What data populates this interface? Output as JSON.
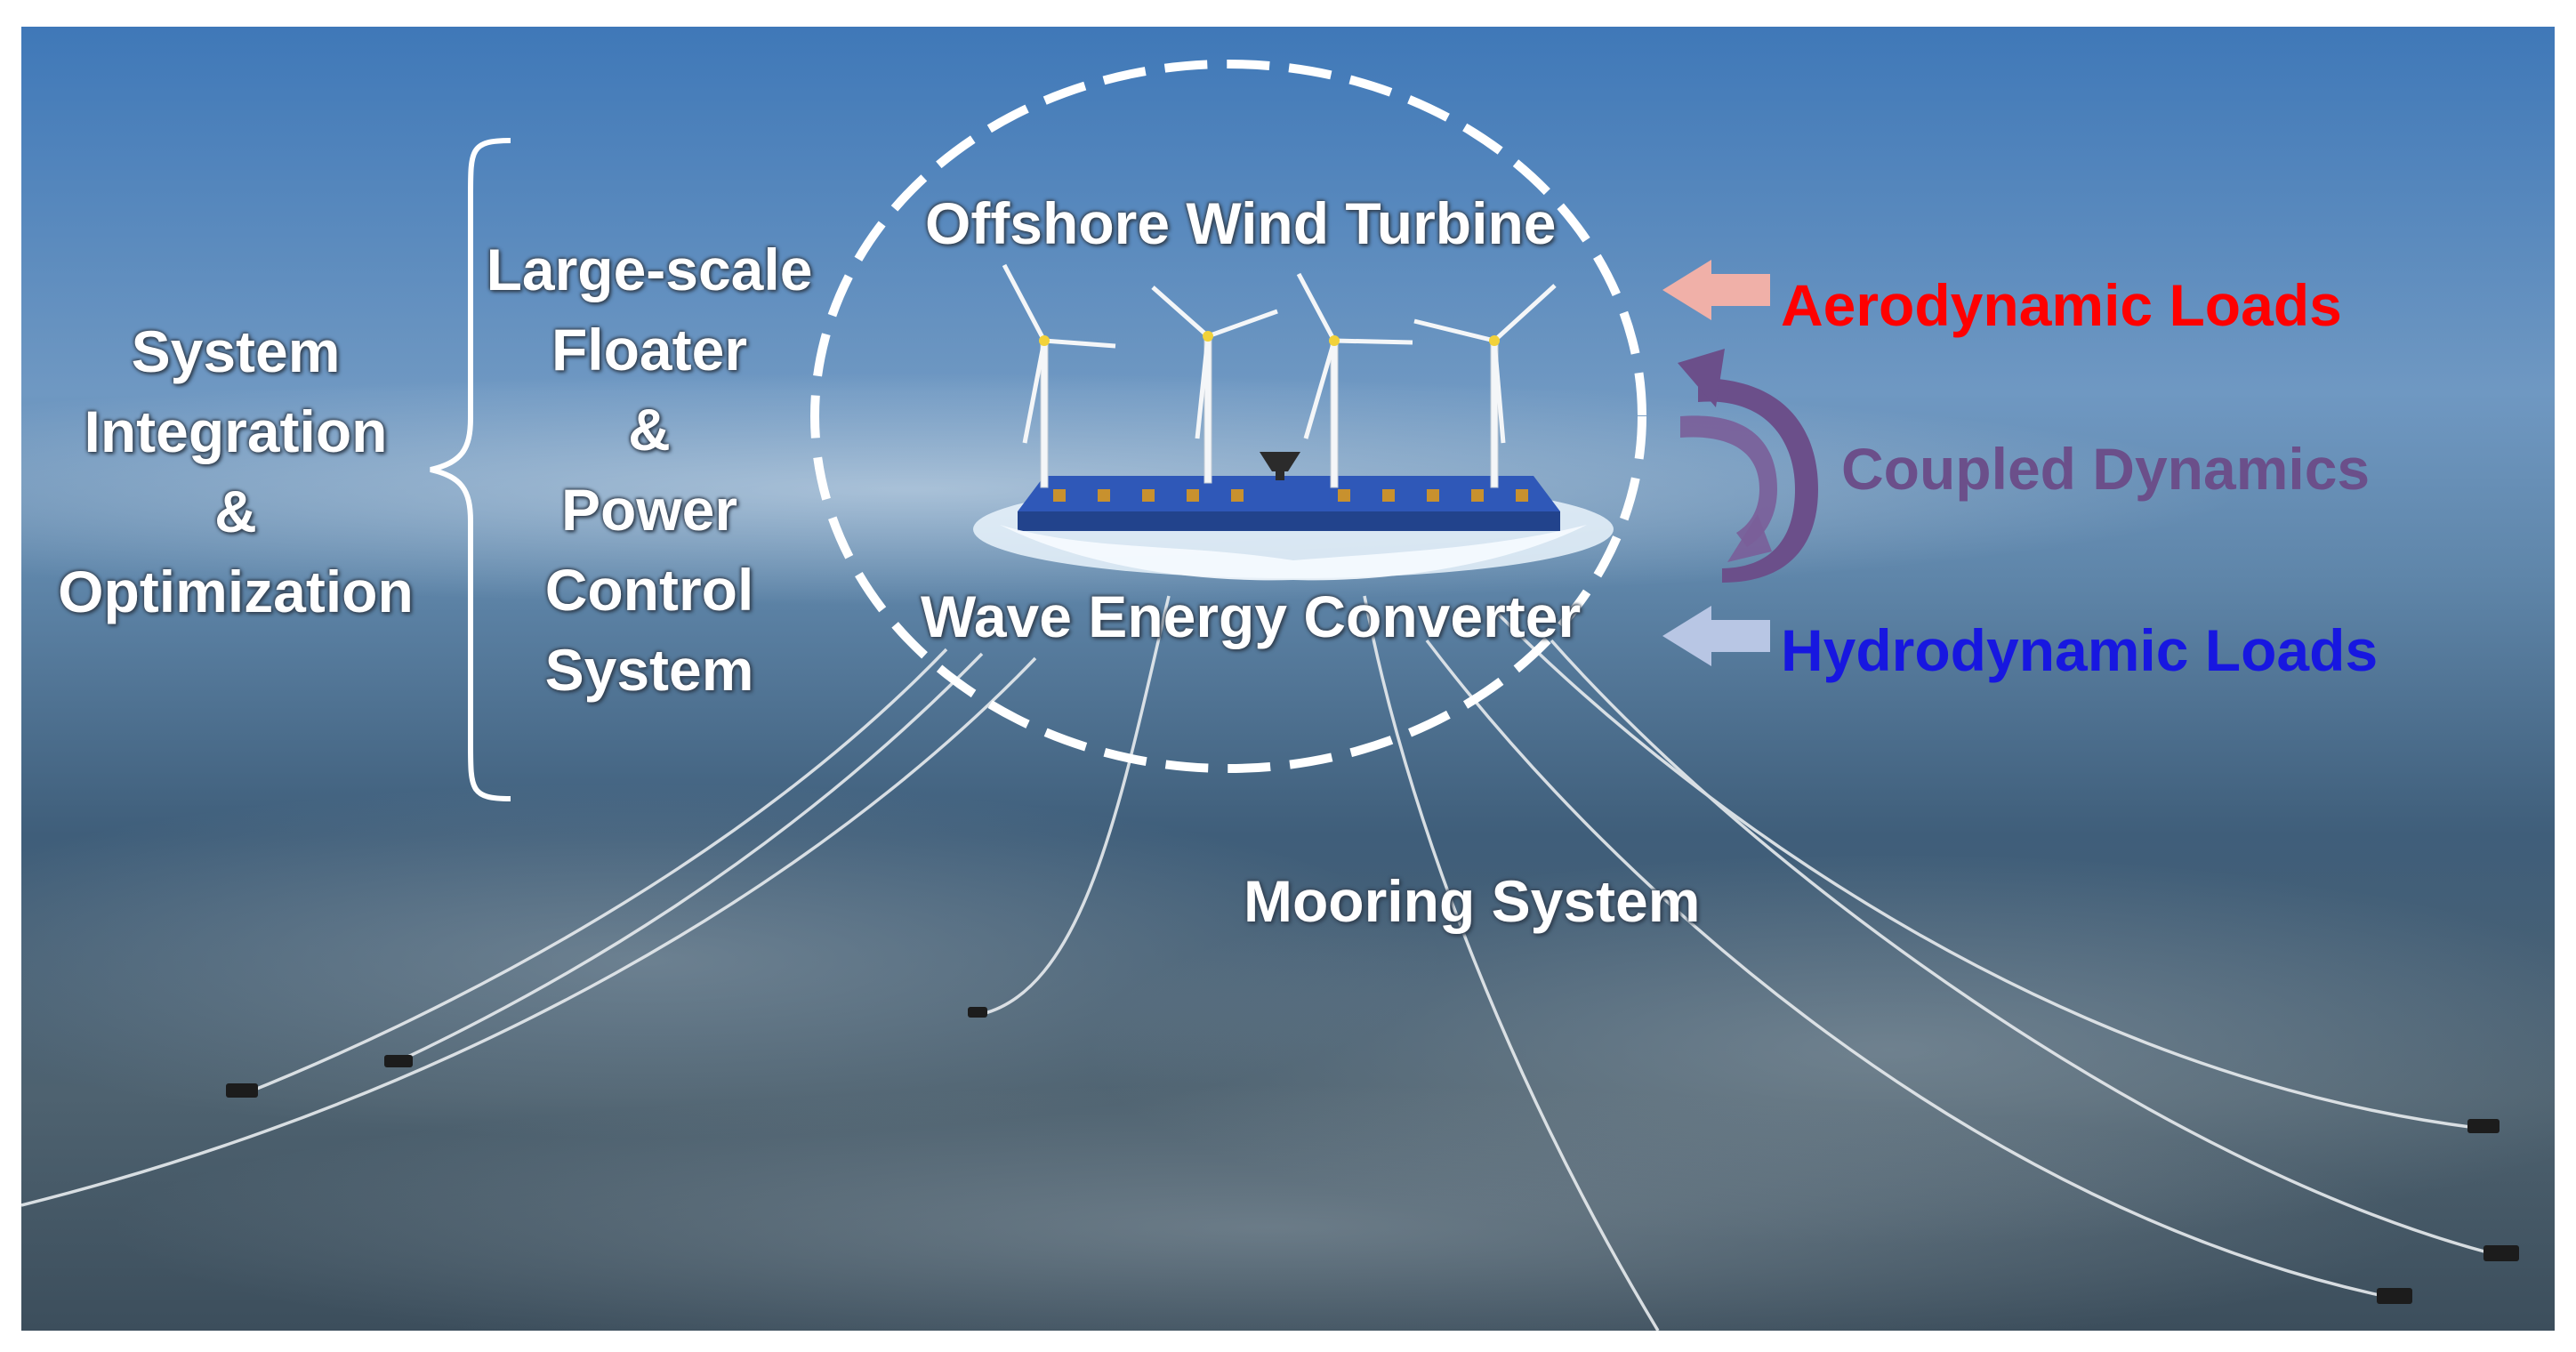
{
  "labels": {
    "system_integration": [
      "System",
      "Integration",
      "&",
      "Optimization"
    ],
    "floater_power": [
      "Large-scale",
      "Floater",
      "&",
      "Power",
      "Control",
      "System"
    ],
    "offshore_wind": "Offshore Wind Turbine",
    "wave_energy": "Wave Energy Converter",
    "mooring": "Mooring System",
    "aerodynamic": "Aerodynamic Loads",
    "coupled": "Coupled Dynamics",
    "hydrodynamic": "Hydrodynamic Loads"
  },
  "colors": {
    "aerodynamic": "#ff0000",
    "coupled": "#6b4f8a",
    "hydrodynamic": "#1717e0",
    "aero_arrow": "#f0b0a8",
    "hydro_arrow": "#b8c6e4",
    "coupled_arrow": "#5e3f78"
  }
}
